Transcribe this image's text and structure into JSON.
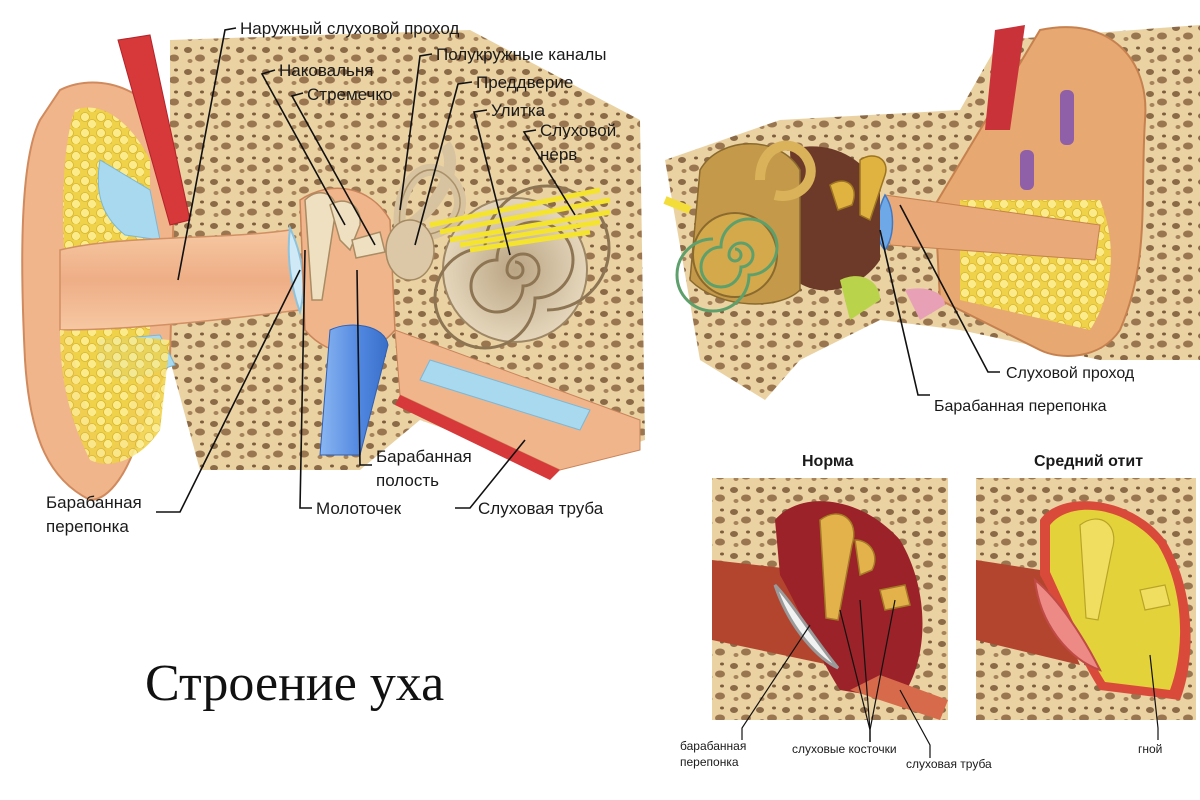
{
  "title": "Строение уха",
  "main_diagram": {
    "labels": {
      "external_canal": "Наружный слуховой проход",
      "semicircular": "Полукружные каналы",
      "incus": "Наковальня",
      "stapes": "Стремечко",
      "vestibule": "Преддверие",
      "cochlea": "Улитка",
      "nerve_1": "Слуховой",
      "nerve_2": "нерв",
      "cavity_1": "Барабанная",
      "cavity_2": "полость",
      "malleus": "Молоточек",
      "tube": "Слуховая труба",
      "drum_1": "Барабанная",
      "drum_2": "перепонка"
    }
  },
  "top_right_diagram": {
    "labels": {
      "canal": "Слуховой проход",
      "drum": "Барабанная перепонка"
    }
  },
  "comparison": {
    "normal_title": "Норма",
    "otitis_title": "Средний отит",
    "labels": {
      "drum_1": "барабанная",
      "drum_2": "перепонка",
      "ossicles": "слуховые косточки",
      "tube": "слуховая труба",
      "pus": "гной"
    }
  },
  "colors": {
    "skin": "#f2b98e",
    "skin_dark": "#d98f62",
    "bone": "#e8cfa0",
    "bone_spot": "#8a6a45",
    "fat": "#f4e060",
    "cartilage_blue": "#a8d8ee",
    "muscle_red": "#d8343a",
    "tube_blue": "#5a8fe0",
    "cochlea": "#d9c6a8",
    "nerve": "#f5e636",
    "cavity_red": "#9c2a2a",
    "pus": "#e6d23a"
  }
}
